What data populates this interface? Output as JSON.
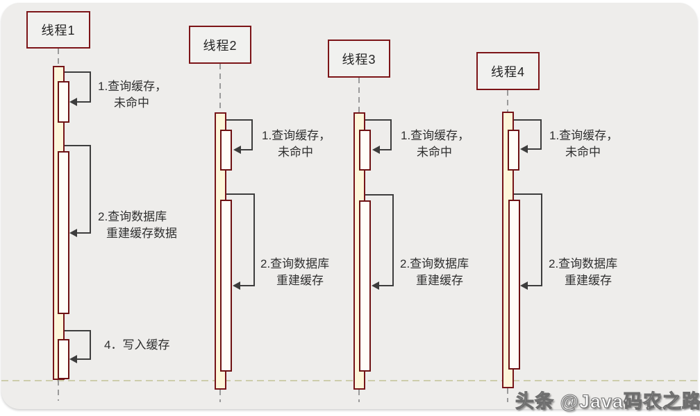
{
  "page": {
    "watermark": "头条 @Java码农之路"
  },
  "colors": {
    "panel_bg": "#eeedeb",
    "box_border": "#7c1417",
    "activation_fill": "#fdf6d9",
    "nested_fill": "#fffdf8",
    "connector_line": "#3d3d3d",
    "lifeline": "#9a9a9a",
    "separator": "#cdcdab",
    "text": "#2f2f2f"
  },
  "threads": [
    {
      "label": "线程1",
      "messages": [
        {
          "lines": [
            "1.查询缓存，",
            "未命中"
          ]
        },
        {
          "lines": [
            "2.查询数据库",
            "重建缓存数据"
          ]
        },
        {
          "lines": [
            "4．写入缓存"
          ]
        }
      ]
    },
    {
      "label": "线程2",
      "messages": [
        {
          "lines": [
            "1.查询缓存，",
            "未命中"
          ]
        },
        {
          "lines": [
            "2.查询数据库",
            "重建缓存"
          ]
        }
      ]
    },
    {
      "label": "线程3",
      "messages": [
        {
          "lines": [
            "1.查询缓存，",
            "未命中"
          ]
        },
        {
          "lines": [
            "2.查询数据库",
            "重建缓存"
          ]
        }
      ]
    },
    {
      "label": "线程4",
      "messages": [
        {
          "lines": [
            "1.查询缓存，",
            "未命中"
          ]
        },
        {
          "lines": [
            "2.查询数据库",
            "重建缓存"
          ]
        }
      ]
    }
  ]
}
